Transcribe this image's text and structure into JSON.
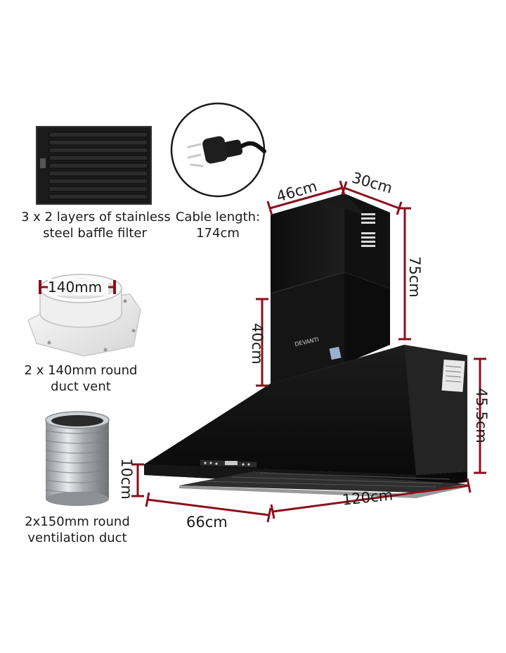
{
  "accessories": [
    {
      "caption_lines": [
        "3 x 2 layers of stainless",
        "steel baffle filter"
      ]
    },
    {
      "caption_lines": [
        "Cable length:",
        "174cm"
      ]
    },
    {
      "caption_lines": [
        "2 x 140mm round",
        "duct vent"
      ],
      "callout": "140mm"
    },
    {
      "caption_lines": [
        "2x150mm round",
        "ventilation duct"
      ]
    }
  ],
  "product": {
    "brand": "DEVANTI"
  },
  "dimensions": {
    "depth_top": "46cm",
    "width_top": "30cm",
    "chimney_upper": "75cm",
    "chimney_lower": "40cm",
    "canopy_height": "45.5cm",
    "front_height": "10cm",
    "depth_bottom": "66cm",
    "width_bottom": "120cm"
  },
  "colors": {
    "dimension_line": "#8b0f1b",
    "hood_body": "#141414",
    "steel": "#b9bcc0"
  }
}
